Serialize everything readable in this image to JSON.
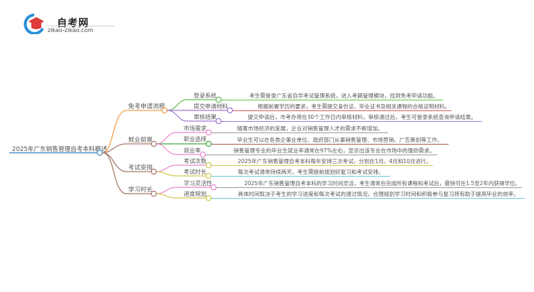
{
  "logo": {
    "title": "自考网",
    "url": "zikao-zikao.com",
    "icon": "graduation-cap-icon"
  },
  "mindmap": {
    "root": {
      "label": "2025年广东销售管理自考本科概述",
      "color": "#4a90c8"
    },
    "branches": [
      {
        "label": "免考申请流程",
        "color": "#f5a04a",
        "children": [
          {
            "label": "登录系统",
            "color": "#66bb55",
            "detail": "考生需登录广东省自学考试管理系统，进入考籍管理模块，找到免考申请功能。"
          },
          {
            "label": "提交申请材料",
            "color": "#a07cd8",
            "detail": "根据前置学历的要求，考生需提交身份证、毕业证书及相关课程的合格证明材料。",
            "detail_line_color": "#e05a5a"
          },
          {
            "label": "审核结果",
            "color": "#a07cd8",
            "detail": "提交申请后，市考办将在30个工作日内审核材料，审核通过后，考生可登录系统查询申请结果。"
          }
        ]
      },
      {
        "label": "就业前景",
        "color": "#a87a6a",
        "children": [
          {
            "label": "市场需求",
            "color": "#ee88cc",
            "detail": "随着市场经济的发展，企业对销售管理人才的需求不断增加。",
            "detail_line_color": "#999999"
          },
          {
            "label": "职业选择",
            "color": "#44aa44",
            "detail": "毕业生可以在各类企事业单位、政府部门从事销售管理、市场营销、广告策划等工作。",
            "detail_line_color": "#a05a4a"
          },
          {
            "label": "就业率",
            "color": "#ee88cc",
            "detail": "销售管理专业的毕业生就业率通常在97%左右，显示出该专业在市场中的强劲需求。",
            "detail_line_color": "#999999"
          }
        ]
      },
      {
        "label": "考试安排",
        "color": "#a87a6a",
        "children": [
          {
            "label": "考试次数",
            "color": "#ee88cc",
            "detail": "2025年广东销售管理自考本科每年安排三次考试，分别在1月、4月和10月进行。",
            "detail_line_color": "#d0c850"
          },
          {
            "label": "考试时长",
            "color": "#d0c850",
            "detail": "每次考试通常持续两天，考生需提前规划好复习和考试安排。",
            "detail_line_color": "#66ccdd"
          }
        ]
      },
      {
        "label": "学习时长",
        "color": "#a87a6a",
        "children": [
          {
            "label": "学习灵活性",
            "color": "#ee88cc",
            "detail": "2025年广东销售管理自考本科的学习时间灵活，考生通常在完成所有课程和考试后，最快可在1.5至2年内获得学位。",
            "detail_line_color": "#999999"
          },
          {
            "label": "进度规划",
            "color": "#d0c850",
            "detail": "具体时间取决于考生的学习进度和每次考试的通过情况，合理规划学习时间和积极参与复习将有助于提高毕业的效率。",
            "detail_line_color": "#66ccdd"
          }
        ]
      }
    ]
  }
}
